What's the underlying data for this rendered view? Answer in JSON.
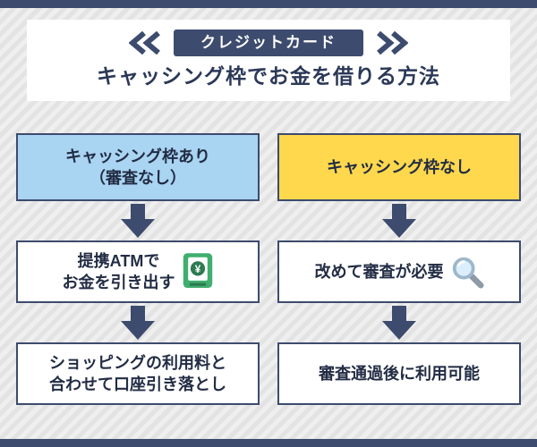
{
  "theme": {
    "navy": "#3d4b6e",
    "blue_box": "#a9d4f2",
    "yellow_box": "#ffd84d",
    "background": "#ececec"
  },
  "header": {
    "badge": "クレジットカード",
    "title": "キャッシング枠でお金を借りる方法"
  },
  "flow": {
    "left": {
      "step1": "キャッシング枠あり\n（審査なし）",
      "step2": "提携ATMで\nお金を引き出す",
      "step2_icon": "atm-icon",
      "step3": "ショッピングの利用料と\n合わせて口座引き落とし"
    },
    "right": {
      "step1": "キャッシング枠なし",
      "step2": "改めて審査が必要",
      "step2_icon": "magnifier-icon",
      "step3": "審査通過後に利用可能"
    }
  }
}
